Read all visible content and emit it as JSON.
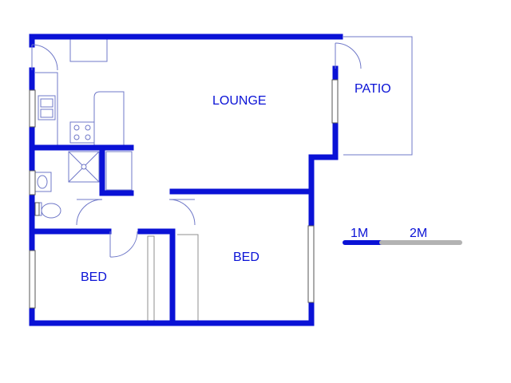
{
  "rooms": {
    "lounge": "LOUNGE",
    "patio": "PATIO",
    "bed_left": "BED",
    "bed_right": "BED"
  },
  "scale_bar": {
    "label_1": "1M",
    "label_2": "2M",
    "color_first": "#0a12d6",
    "color_second": "#b3b3b3"
  },
  "colors": {
    "wall": "#0a12d6",
    "fixture_line": "#6f78c8",
    "background": "#ffffff"
  }
}
